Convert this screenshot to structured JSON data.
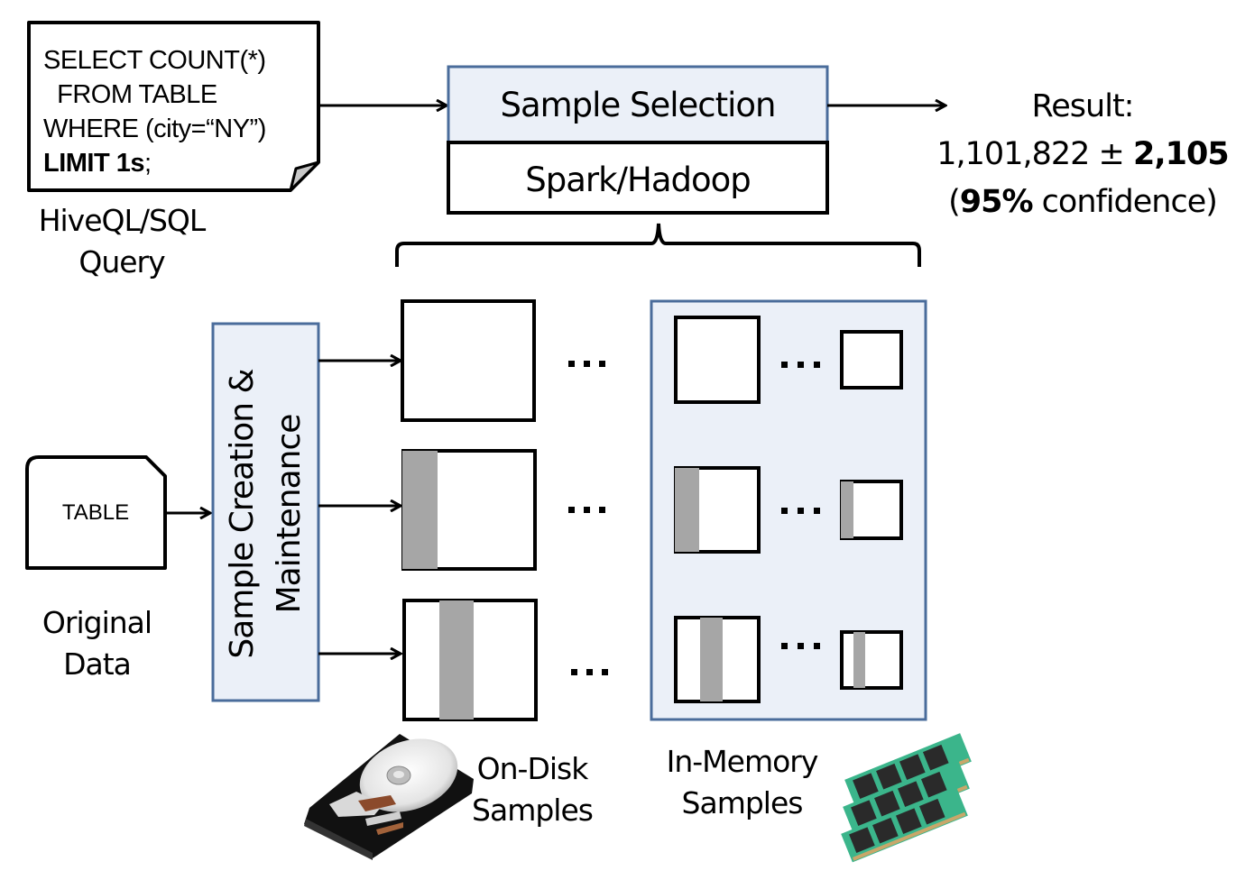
{
  "query": {
    "lines": [
      "SELECT COUNT(*)",
      "  FROM TABLE",
      "WHERE (city=“NY”)"
    ],
    "limit_keyword": "LIMIT 1s",
    "limit_terminator": ";",
    "caption_line1": "HiveQL/SQL",
    "caption_line2": "Query"
  },
  "pipeline": {
    "sample_selection": "Sample Selection",
    "engine": "Spark/Hadoop"
  },
  "result": {
    "label": "Result:",
    "estimate": "1,101,822",
    "plus_minus": "±",
    "error": "2,105",
    "confidence_open": "(",
    "confidence_value": "95%",
    "confidence_text": " confidence)"
  },
  "original_data": {
    "table_label": "TABLE",
    "caption_line1": "Original",
    "caption_line2": "Data"
  },
  "sample_creation": {
    "line1": "Sample Creation &",
    "line2": "Maintenance"
  },
  "on_disk": {
    "caption_line1": "On-Disk",
    "caption_line2": "Samples",
    "icon": "hard-drive-icon"
  },
  "in_memory": {
    "caption_line1": "In-Memory",
    "caption_line2": "Samples",
    "icon": "ram-modules-icon"
  },
  "ellipsis": "...",
  "colors": {
    "accent_fill": "#ebf0f8",
    "accent_border": "#4a6c9b",
    "stripe": "#a6a6a6",
    "stroke": "#000000"
  },
  "sample_rows": [
    {
      "stripe": "none"
    },
    {
      "stripe": "left"
    },
    {
      "stripe": "middle"
    }
  ]
}
